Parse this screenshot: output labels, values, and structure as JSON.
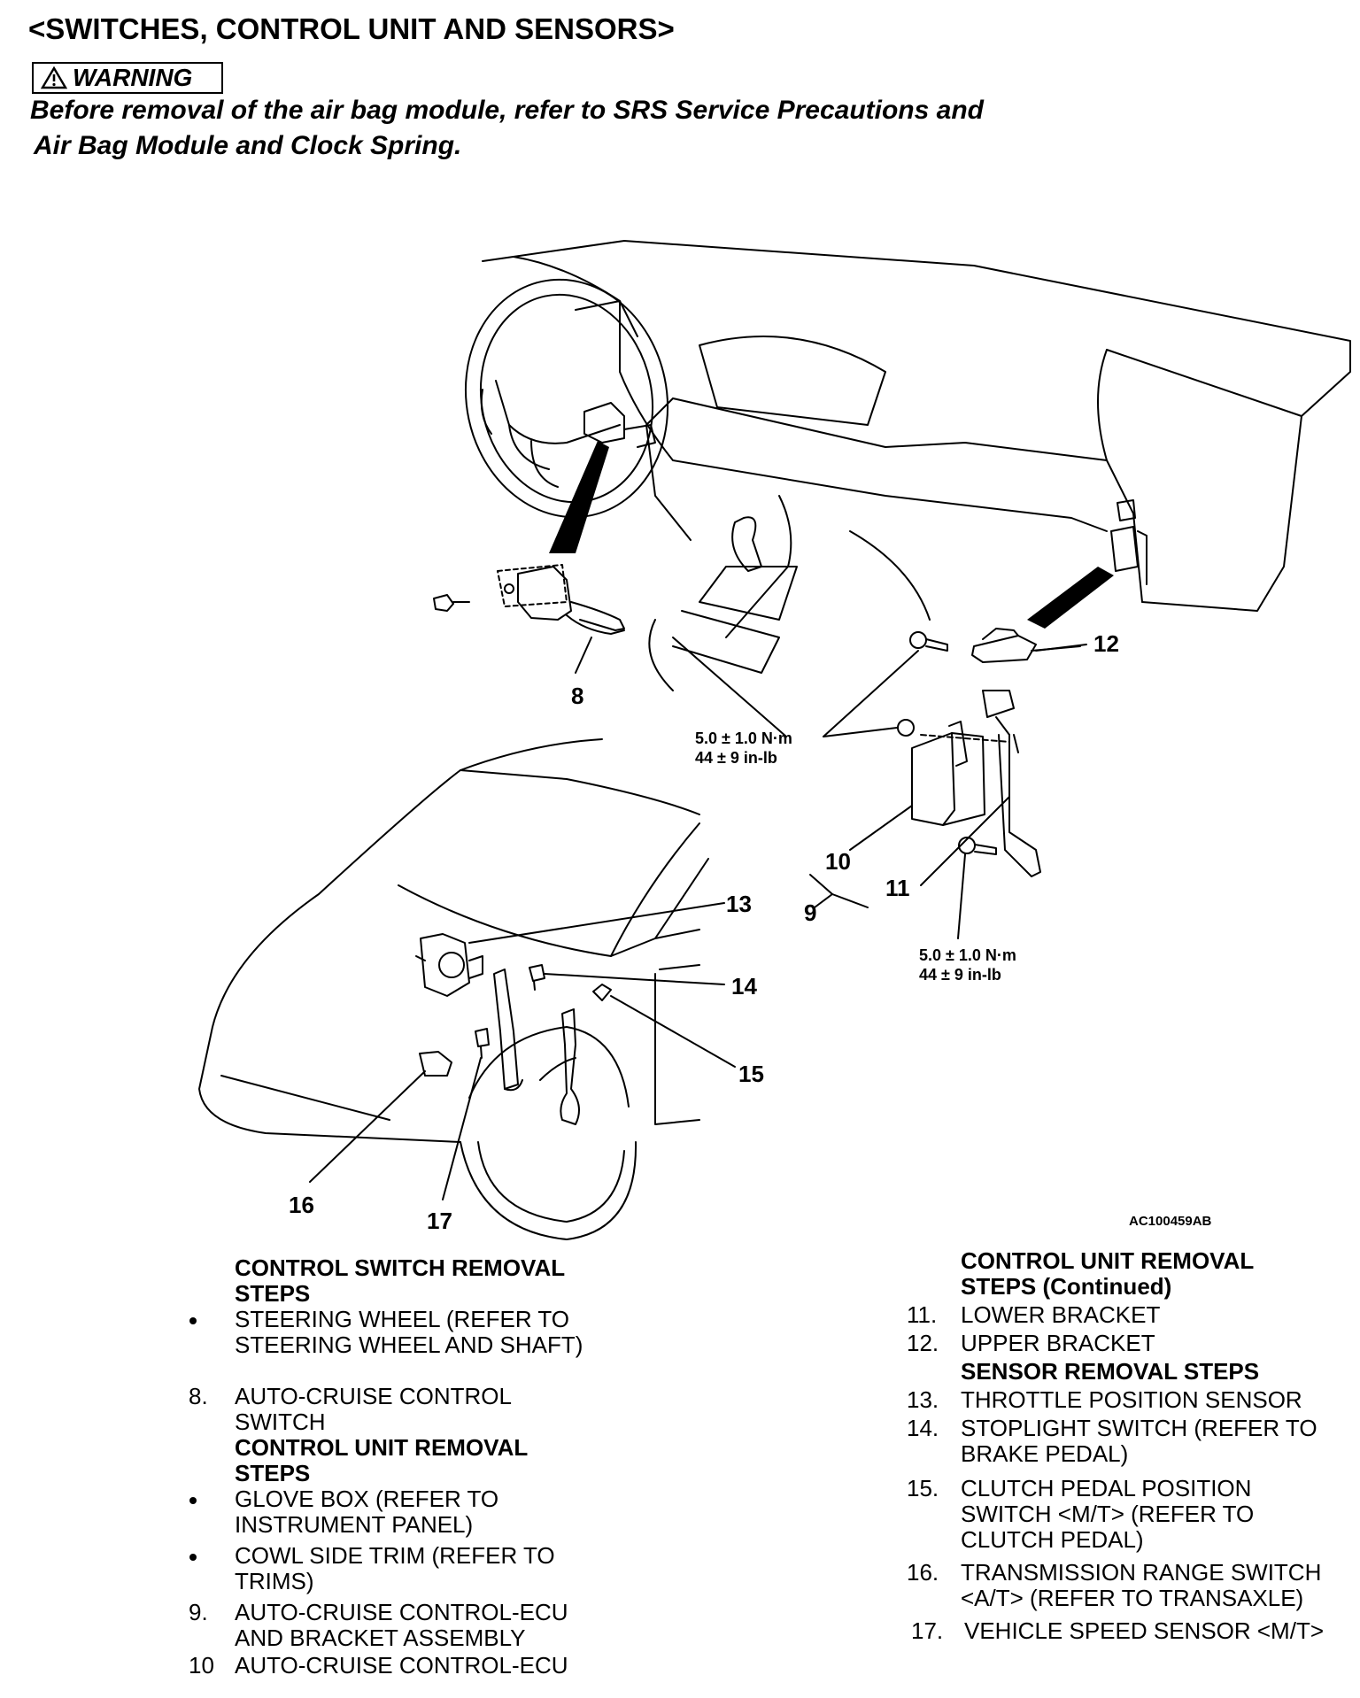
{
  "header": {
    "title": "<SWITCHES, CONTROL UNIT AND SENSORS>",
    "warning_label": "WARNING",
    "warning_line1": "Before removal of the air bag module, refer to  SRS Service Precautions and",
    "warning_line2": "Air Bag Module and Clock Spring."
  },
  "diagram": {
    "callouts": {
      "c8": "8",
      "c9": "9",
      "c10": "10",
      "c11": "11",
      "c12": "12",
      "c13": "13",
      "c14": "14",
      "c15": "15",
      "c16": "16",
      "c17": "17"
    },
    "torque_top_nm": "5.0 ± 1.0 N·m",
    "torque_top_inlb": "44 ± 9 in-lb",
    "torque_bottom_nm": "5.0 ± 1.0 N·m",
    "torque_bottom_inlb": "44 ± 9 in-lb",
    "figure_code": "AC100459AB"
  },
  "left_column": {
    "heading1": "CONTROL SWITCH REMOVAL",
    "heading1b": "STEPS",
    "item_a1": "STEERING WHEEL (REFER TO",
    "item_a2": " STEERING WHEEL AND SHAFT)",
    "item8_num": "8.",
    "item8_1": "AUTO-CRUISE CONTROL",
    "item8_2": "SWITCH",
    "heading2": "CONTROL UNIT REMOVAL",
    "heading2b": "STEPS",
    "item_b1": "GLOVE BOX (REFER TO",
    "item_b2": " INSTRUMENT PANEL)",
    "item_c1": "COWL SIDE TRIM (REFER TO",
    "item_c2": "TRIMS)",
    "item9_num": "9.",
    "item9_1": "AUTO-CRUISE CONTROL-ECU",
    "item9_2": "AND BRACKET ASSEMBLY",
    "item10_num": "10",
    "item10_1": "AUTO-CRUISE CONTROL-ECU"
  },
  "right_column": {
    "heading1": "CONTROL UNIT REMOVAL",
    "heading1b": "STEPS (Continued)",
    "item11_num": "11.",
    "item11_1": "LOWER BRACKET",
    "item12_num": "12.",
    "item12_1": "UPPER BRACKET",
    "heading2": "SENSOR REMOVAL STEPS",
    "item13_num": "13.",
    "item13_1": "THROTTLE POSITION SENSOR",
    "item14_num": "14.",
    "item14_1": "STOPLIGHT SWITCH (REFER TO",
    "item14_2": "BRAKE PEDAL)",
    "item15_num": "15.",
    "item15_1": "CLUTCH PEDAL POSITION",
    "item15_2": "SWITCH <M/T> (REFER TO",
    "item15_3": " CLUTCH PEDAL)",
    "item16_num": "16.",
    "item16_1": "TRANSMISSION RANGE SWITCH",
    "item16_2": "<A/T> (REFER TO  TRANSAXLE)",
    "item17_num": "17.",
    "item17_1": "VEHICLE SPEED SENSOR <M/T>"
  }
}
